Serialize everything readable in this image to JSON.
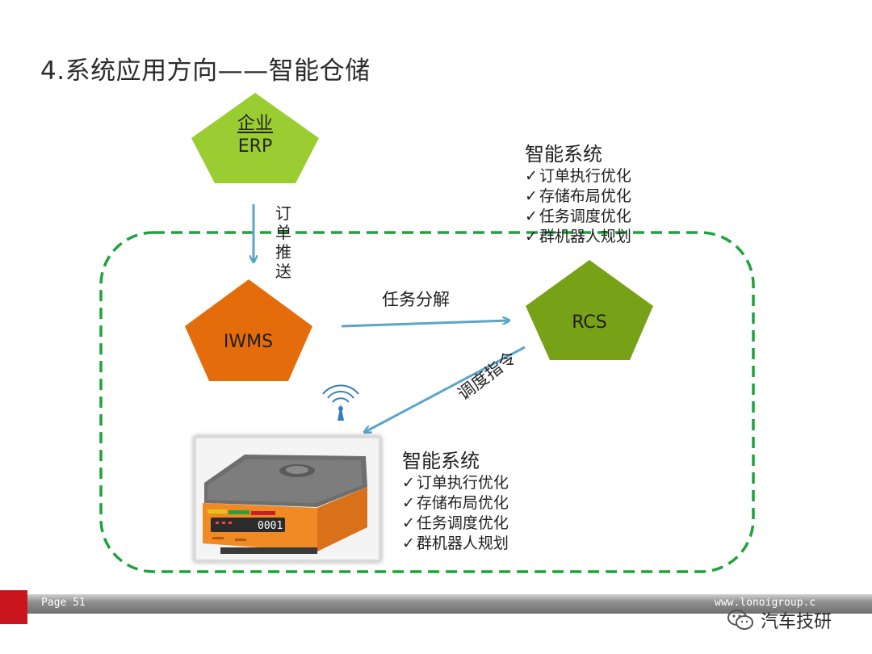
{
  "slide": {
    "title": "4.系统应用方向——智能仓储"
  },
  "nodes": {
    "erp": {
      "line1": "企业",
      "line2": "ERP",
      "color": "#9acd32"
    },
    "iwms": {
      "label": "IWMS",
      "color": "#e46c0a"
    },
    "rcs": {
      "label": "RCS",
      "color": "#77a218"
    }
  },
  "edges": {
    "order_push": [
      "订",
      "单",
      "推",
      "送"
    ],
    "task_decompose": "任务分解",
    "dispatch": "调度指令"
  },
  "features_top": {
    "title": "智能系统",
    "items": [
      "订单执行优化",
      "存储布局优化",
      "任务调度优化",
      "群机器人规划"
    ]
  },
  "features_bottom": {
    "title": "智能系统",
    "items": [
      "订单执行优化",
      "存储布局优化",
      "任务调度优化",
      "群机器人规划"
    ]
  },
  "robot": {
    "id_text": "0001",
    "icon": "robot-agv-icon"
  },
  "footer": {
    "page": "Page 51",
    "url": "www.lonoigroup.c",
    "brand": "汽车技研",
    "brand_icon": "wechat-icon"
  },
  "colors": {
    "dashed_border": "#1ea33a",
    "arrow": "#5aa5c8",
    "footer_red": "#c9151d"
  }
}
